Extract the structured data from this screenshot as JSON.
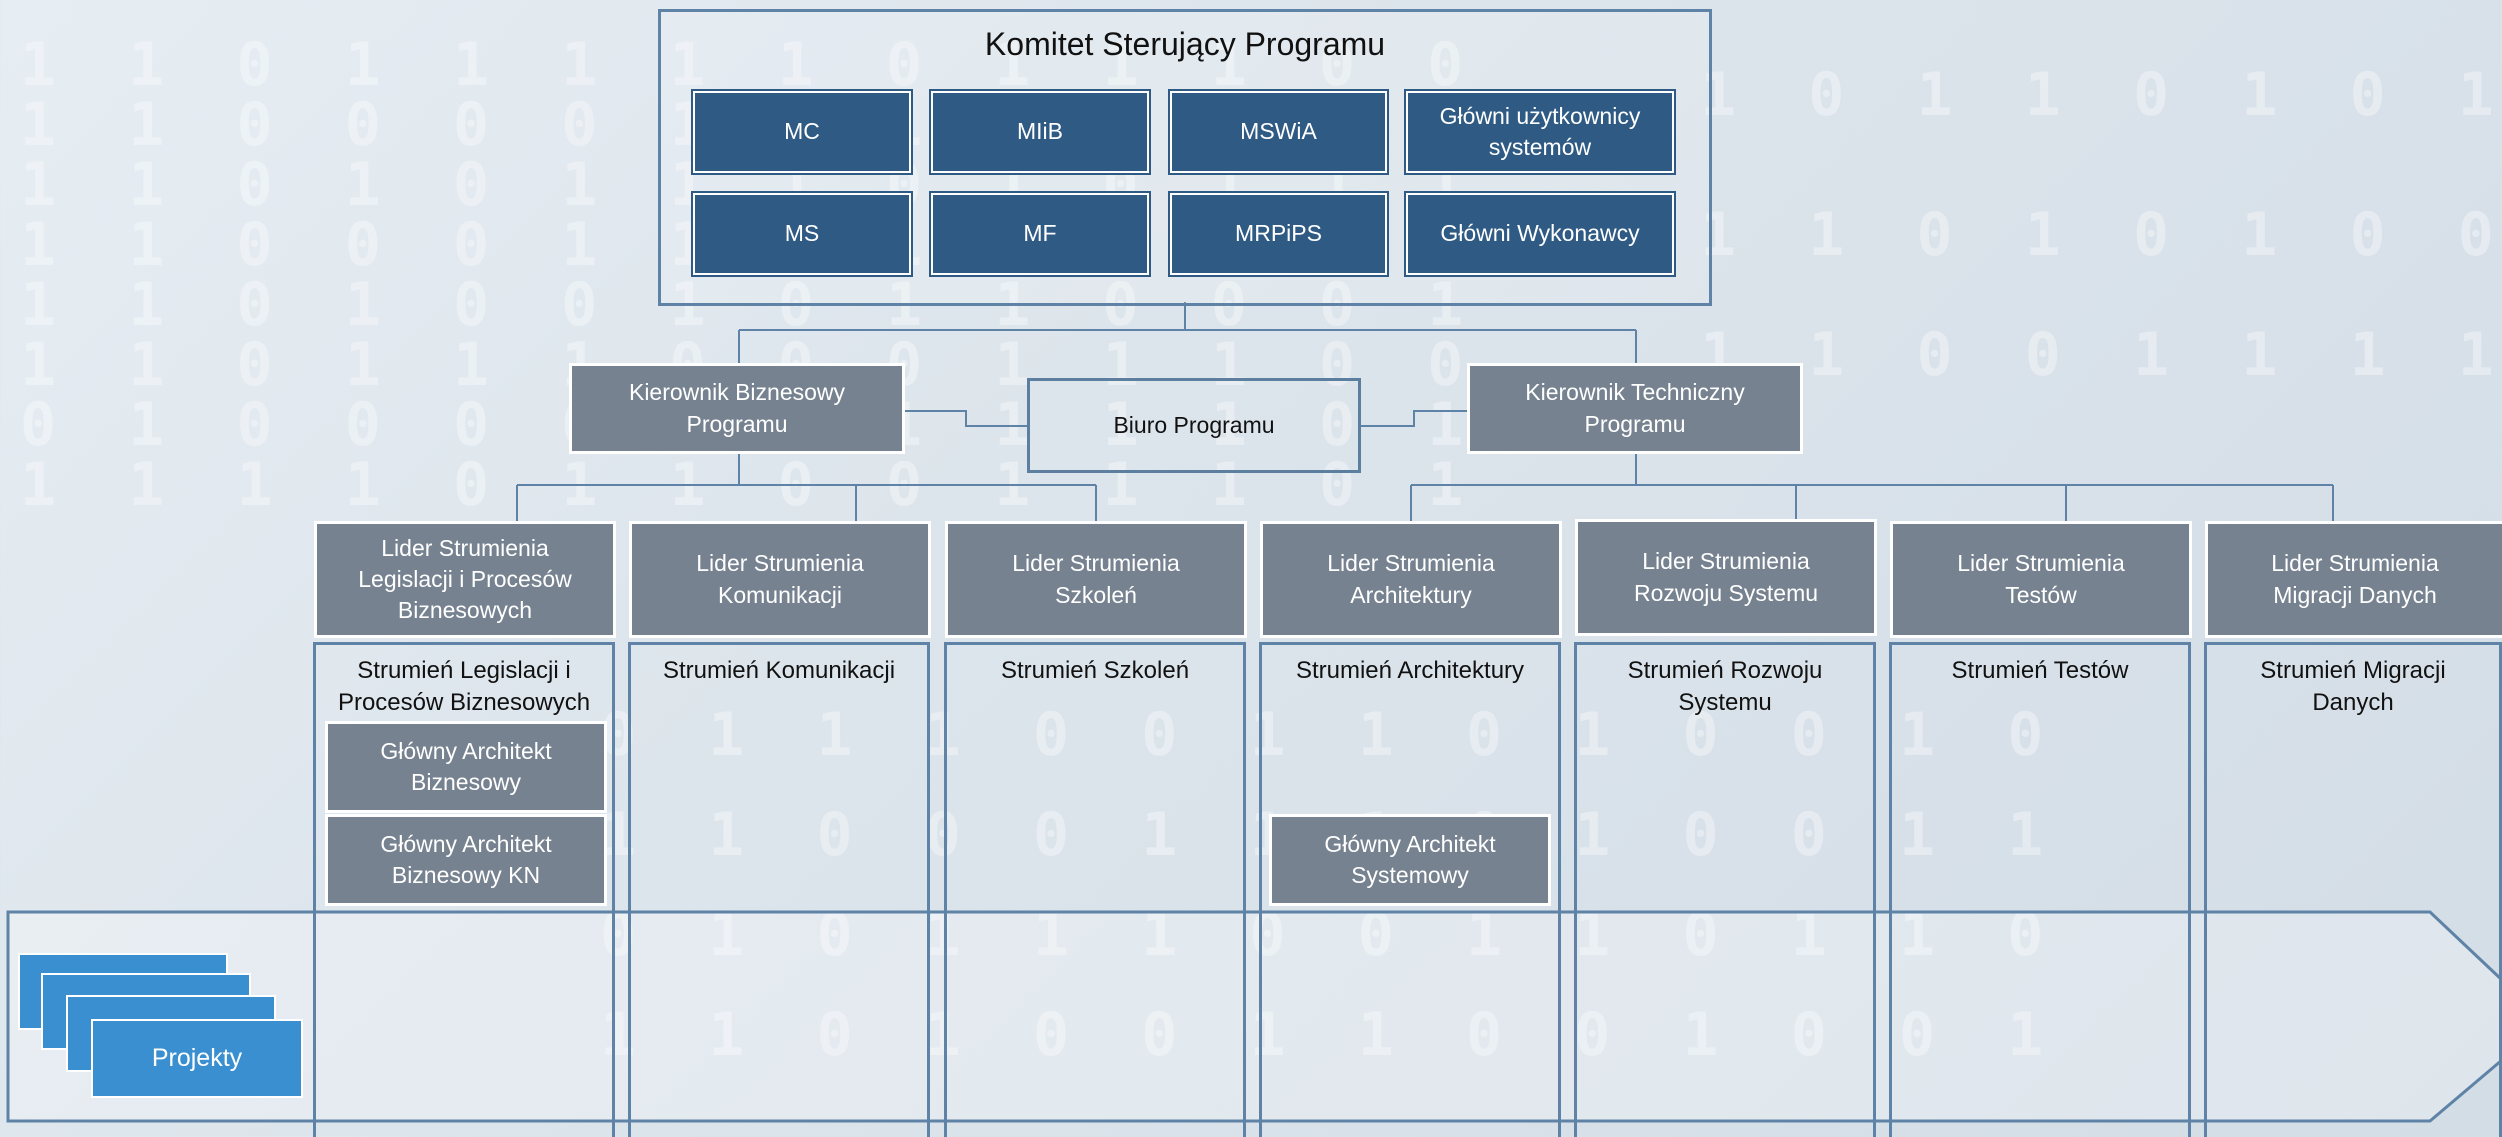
{
  "committee": {
    "title": "Komitet Sterujący Programu",
    "members": [
      "MC",
      "MIiB",
      "MSWiA",
      "Główni użytkownicy systemów",
      "MS",
      "MF",
      "MRPiPS",
      "Główni Wykonawcy"
    ]
  },
  "management": {
    "business_manager": "Kierownik Biznesowy Programu",
    "program_office": "Biuro Programu",
    "technical_manager": "Kierownik Techniczny Programu"
  },
  "leaders": [
    "Lider Strumienia Legislacji i Procesów Biznesowych",
    "Lider Strumienia Komunikacji",
    "Lider Strumienia Szkoleń",
    "Lider Strumienia Architektury",
    "Lider Strumienia Rozwoju Systemu",
    "Lider Strumienia Testów",
    "Lider Strumienia Migracji Danych"
  ],
  "streams": [
    "Strumień Legislacji i Procesów Biznesowych",
    "Strumień Komunikacji",
    "Strumień Szkoleń",
    "Strumień Architektury",
    "Strumień Rozwoju Systemu",
    "Strumień Testów",
    "Strumień Migracji Danych"
  ],
  "roles": {
    "business_architect": "Główny Architekt Biznesowy",
    "business_architect_kn": "Główny Architekt Biznesowy KN",
    "system_architect": "Główny Architekt Systemowy"
  },
  "projects_label": "Projekty",
  "colors": {
    "navy": "#2e5a84",
    "gray": "#76828f",
    "blue": "#3a8fd0",
    "line": "#5f83a6"
  }
}
